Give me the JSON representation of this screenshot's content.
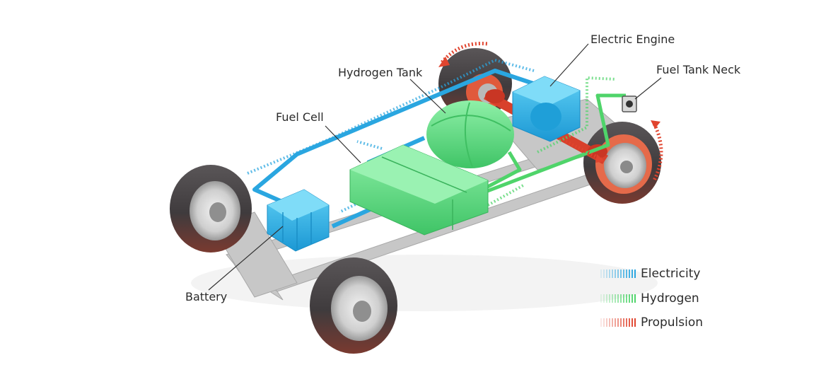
{
  "labels": {
    "electric_engine": "Electric Engine",
    "hydrogen_tank": "Hydrogen Tank",
    "fuel_tank_neck": "Fuel Tank Neck",
    "fuel_cell": "Fuel Cell",
    "battery": "Battery"
  },
  "legend": [
    {
      "label": "Electricity",
      "color": "#2aa6e0"
    },
    {
      "label": "Hydrogen",
      "color": "#4fd46a"
    },
    {
      "label": "Propulsion",
      "color": "#e0442e"
    }
  ],
  "colors": {
    "electricity": "#2aa6e0",
    "hydrogen": "#4fd46a",
    "propulsion": "#e0442e",
    "component_blue": "#2bb2e6",
    "component_green": "#5fe08a",
    "tire": "#4a4648",
    "chassis": "#c9c9c9"
  }
}
